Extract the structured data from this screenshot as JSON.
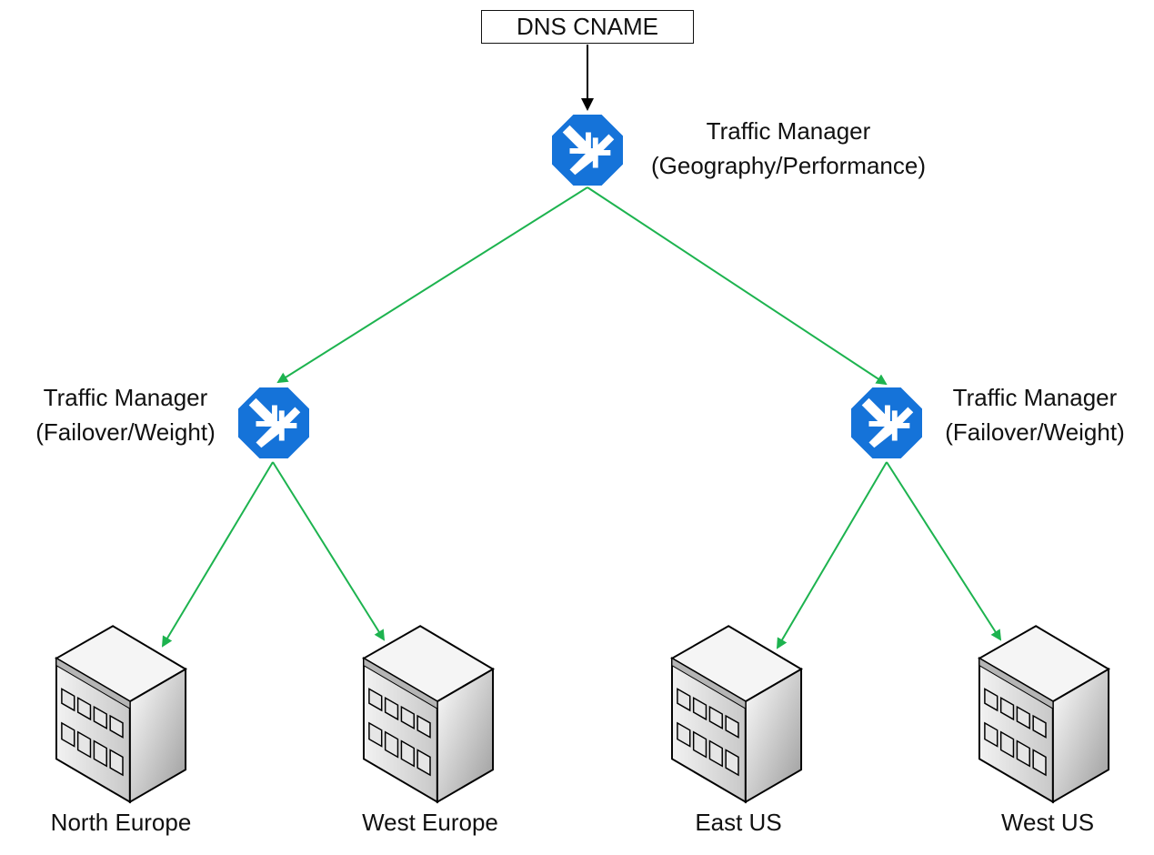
{
  "dns": {
    "label": "DNS CNAME"
  },
  "top_manager": {
    "title": "Traffic Manager",
    "mode": "(Geography/Performance)"
  },
  "left_manager": {
    "title": "Traffic Manager",
    "mode": "(Failover/Weight)"
  },
  "right_manager": {
    "title": "Traffic Manager",
    "mode": "(Failover/Weight)"
  },
  "regions": [
    {
      "label": "North Europe"
    },
    {
      "label": "West Europe"
    },
    {
      "label": "East US"
    },
    {
      "label": "West US"
    }
  ],
  "colors": {
    "connector_green": "#1db34f",
    "icon_blue": "#1573d9",
    "entry_arrow": "#000000"
  },
  "icons": {
    "traffic_manager": "traffic-manager-icon",
    "datacenter": "datacenter-building-icon"
  }
}
